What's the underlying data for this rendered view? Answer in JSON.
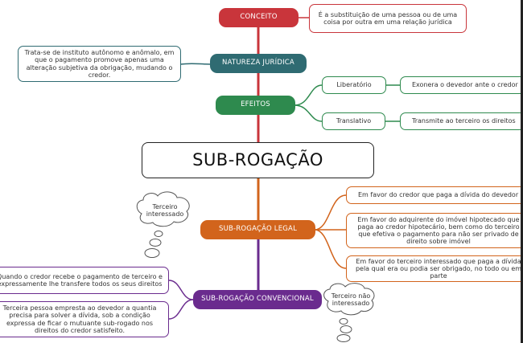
{
  "central": {
    "title": "SUB-ROGAÇÃO"
  },
  "colors": {
    "conceito": "#c9353b",
    "natureza": "#2f6b72",
    "efeitos": "#2e8a4e",
    "legal": "#d2641c",
    "convencional": "#6a2b8e"
  },
  "conceito": {
    "label": "CONCEITO",
    "description": "É a substituição de uma pessoa ou de uma coisa por outra em uma relação jurídica"
  },
  "natureza": {
    "label": "NATUREZA JURÍDICA",
    "description": "Trata-se de instituto autônomo e anômalo, em que o pagamento promove apenas uma alteração subjetiva da obrigação, mudando o credor."
  },
  "efeitos": {
    "label": "EFEITOS",
    "items": [
      {
        "label": "Liberatório",
        "description": "Exonera o devedor ante o credor"
      },
      {
        "label": "Translativo",
        "description": "Transmite ao terceiro os direitos"
      }
    ]
  },
  "legal": {
    "label": "SUB-ROGAÇÃO LEGAL",
    "cloud": "Terceiro interessado",
    "items": [
      "Em favor do credor que paga a dívida do devedor",
      "Em favor do adquirente do imóvel hipotecado que paga ao credor hipotecário, bem como do terceiro que efetiva o pagamento para não ser privado de direito sobre imóvel",
      "Em favor do terceiro interessado que paga a dívida pela qual era ou podia ser obrigado, no todo ou em parte"
    ]
  },
  "convencional": {
    "label": "SUB-ROGAÇÃO CONVENCIONAL",
    "cloud": "Terceiro não interessado",
    "items": [
      "Quando o credor recebe o pagamento de terceiro e expressamente lhe transfere todos os seus direitos",
      "Terceira pessoa empresta ao devedor a quantia precisa para solver a dívida, sob a condição expressa de ficar o mutuante sub-rogado nos direitos do credor satisfeito."
    ]
  }
}
